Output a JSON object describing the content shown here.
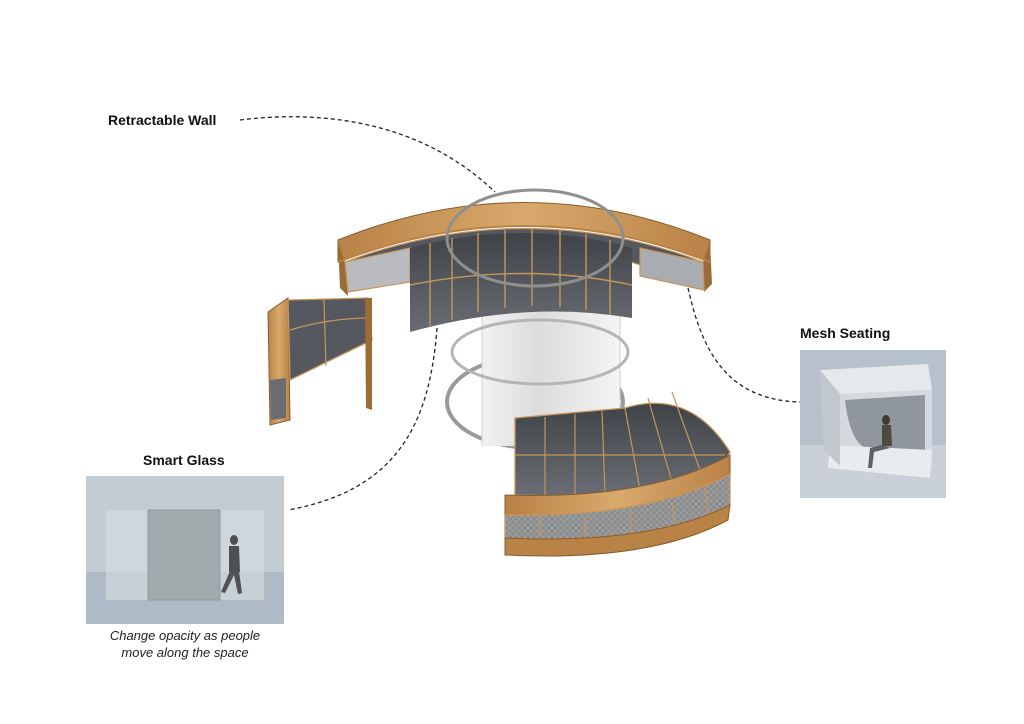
{
  "labels": {
    "retractable_wall": "Retractable Wall",
    "mesh_seating": "Mesh Seating",
    "smart_glass": "Smart Glass"
  },
  "captions": {
    "smart_glass_line1": "Change opacity as people",
    "smart_glass_line2": "move along the space"
  },
  "colors": {
    "wood": "#c8955a",
    "wood_dark": "#9c6c38",
    "glass_dark": "#4a4d52",
    "glass_mid": "#6e7278",
    "ring": "#8f8f8f",
    "cylinder": "#e4e4e4",
    "photo_bg": "#b8c2cc"
  }
}
